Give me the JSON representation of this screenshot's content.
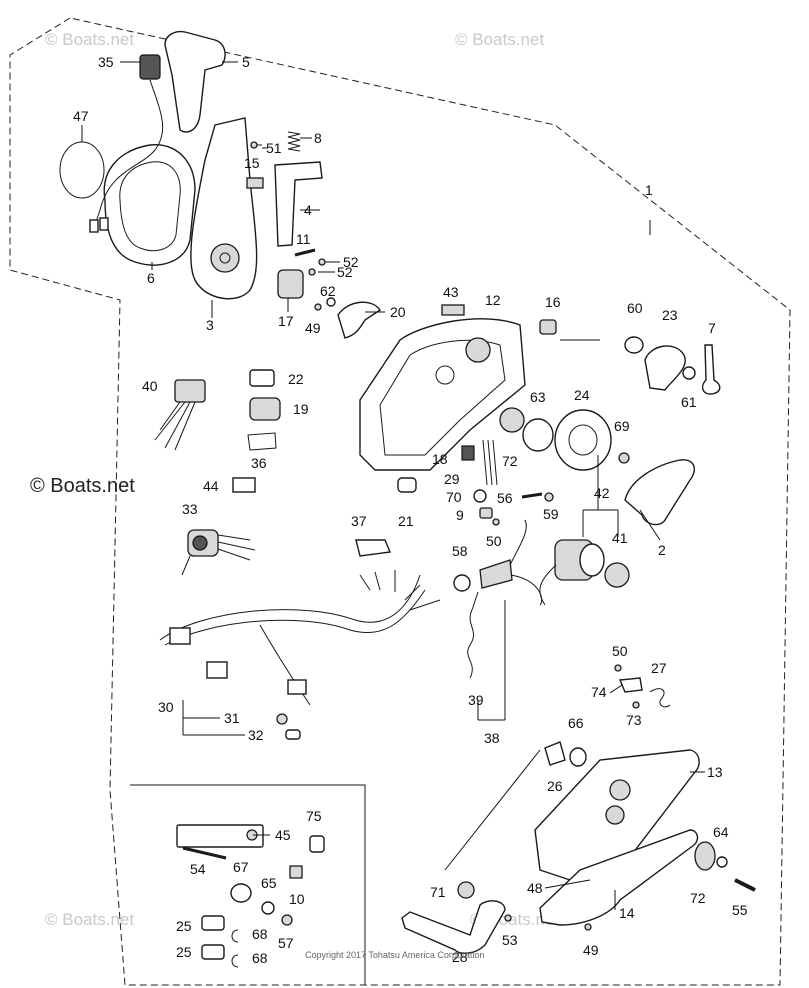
{
  "watermarks": {
    "top_left": "© Boats.net",
    "top_right": "© Boats.net",
    "middle_left": "© Boats.net",
    "bottom_left": "© Boats.net",
    "bottom_mid": "© Boats.net"
  },
  "copyright": "Copyright 2017 Tohatsu America Corporation",
  "callouts": {
    "c1": "1",
    "c2": "2",
    "c3": "3",
    "c4": "4",
    "c5": "5",
    "c6": "6",
    "c7": "7",
    "c8": "8",
    "c9": "9",
    "c10a": "10",
    "c11": "11",
    "c12": "12",
    "c13": "13",
    "c14": "14",
    "c15": "15",
    "c16": "16",
    "c17": "17",
    "c18": "18",
    "c19": "19",
    "c20": "20",
    "c21": "21",
    "c22": "22",
    "c23": "23",
    "c24": "24",
    "c25a": "25",
    "c25b": "25",
    "c26": "26",
    "c27": "27",
    "c28": "28",
    "c29": "29",
    "c30": "30",
    "c31": "31",
    "c32": "32",
    "c33": "33",
    "c35": "35",
    "c36": "36",
    "c37": "37",
    "c38": "38",
    "c39": "39",
    "c40": "40",
    "c41": "41",
    "c42": "42",
    "c43": "43",
    "c44": "44",
    "c45": "45",
    "c47": "47",
    "c48": "48",
    "c49a": "49",
    "c49b": "49",
    "c50a": "50",
    "c50b": "50",
    "c51": "51",
    "c52a": "52",
    "c52b": "52",
    "c53": "53",
    "c54": "54",
    "c55": "55",
    "c56": "56",
    "c57": "57",
    "c58": "58",
    "c59": "59",
    "c60": "60",
    "c61": "61",
    "c62": "62",
    "c63": "63",
    "c64": "64",
    "c65": "65",
    "c66": "66",
    "c67": "67",
    "c68a": "68",
    "c68b": "68",
    "c69": "69",
    "c70": "70",
    "c71": "71",
    "c72a": "72",
    "c72b": "72",
    "c73": "73",
    "c74": "74",
    "c75": "75"
  }
}
